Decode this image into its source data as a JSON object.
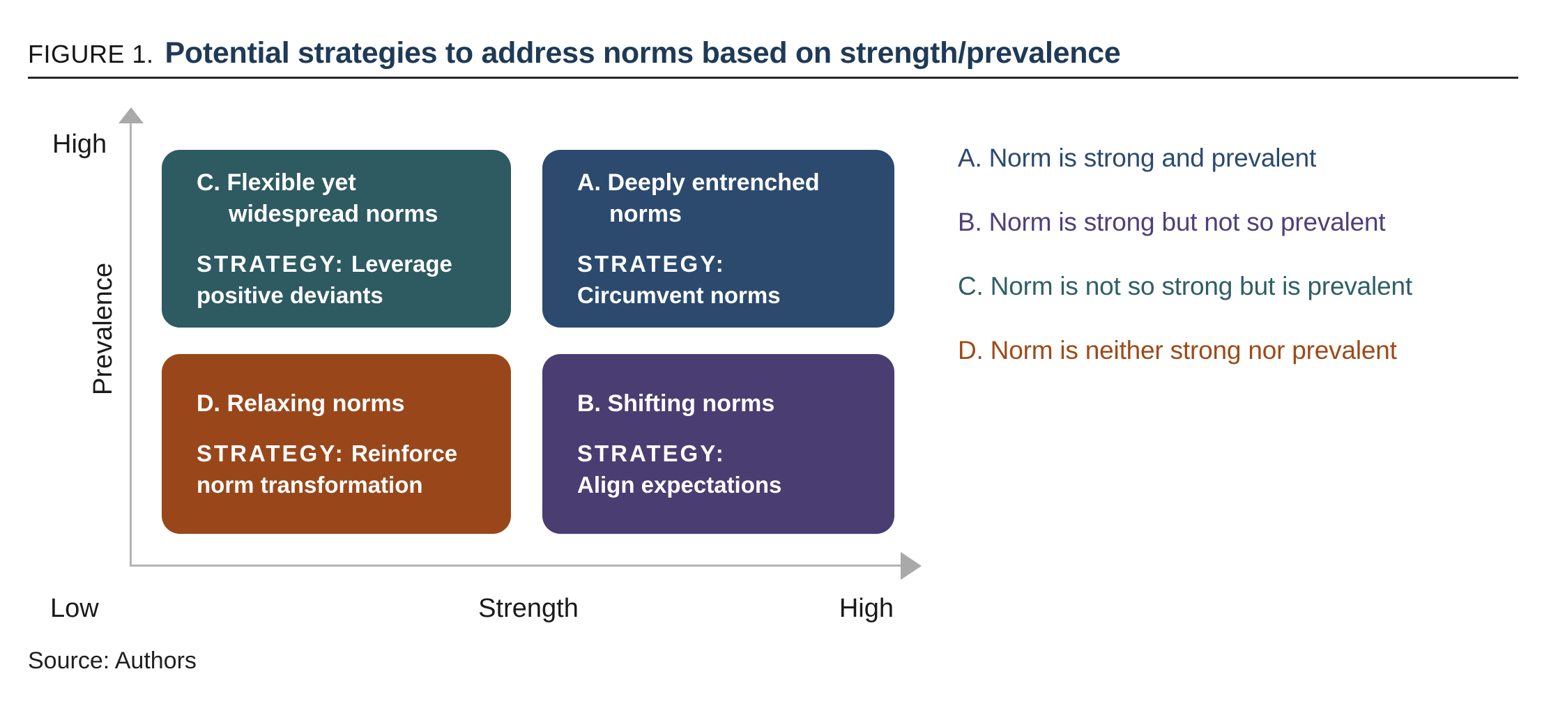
{
  "header": {
    "figure_label": "FIGURE 1.",
    "title": "Potential strategies to address norms based on strength/prevalence"
  },
  "axes": {
    "y": {
      "label": "Prevalence",
      "high": "High"
    },
    "x": {
      "label": "Strength",
      "high": "High"
    },
    "origin": "Low",
    "line_color": "#b3b3b3",
    "arrow_color": "#a9a9a9"
  },
  "quadrants": [
    {
      "key": "C",
      "position": "top-left",
      "color": "#2E5A62",
      "heading_line1": "C. Flexible yet",
      "heading_line2": "widespread norms",
      "strategy_label": "STRATEGY:",
      "strategy_line1_rest": " Leverage",
      "strategy_line2": "positive deviants"
    },
    {
      "key": "A",
      "position": "top-right",
      "color": "#2C4A6E",
      "heading_line1": "A. Deeply entrenched",
      "heading_line2": "norms",
      "strategy_label": "STRATEGY:",
      "strategy_line1_rest": "",
      "strategy_line2": "Circumvent norms"
    },
    {
      "key": "D",
      "position": "bottom-left",
      "color": "#99471A",
      "heading_line1": "D. Relaxing norms",
      "heading_line2": "",
      "strategy_label": "STRATEGY:",
      "strategy_line1_rest": " Reinforce",
      "strategy_line2": "norm transformation"
    },
    {
      "key": "B",
      "position": "bottom-right",
      "color": "#4A3D71",
      "heading_line1": "B. Shifting norms",
      "heading_line2": "",
      "strategy_label": "STRATEGY:",
      "strategy_line1_rest": "",
      "strategy_line2": "Align expectations"
    }
  ],
  "legend": [
    {
      "text": "A. Norm is strong and prevalent",
      "color": "#2C4A6E"
    },
    {
      "text": "B. Norm is strong but not so prevalent",
      "color": "#4F4078"
    },
    {
      "text": "C. Norm is not so strong but is prevalent",
      "color": "#2E5F66"
    },
    {
      "text": "D. Norm is neither strong nor prevalent",
      "color": "#9E4A19"
    }
  ],
  "source": "Source: Authors",
  "colors": {
    "title": "#1F3A57",
    "rule": "#262626"
  }
}
